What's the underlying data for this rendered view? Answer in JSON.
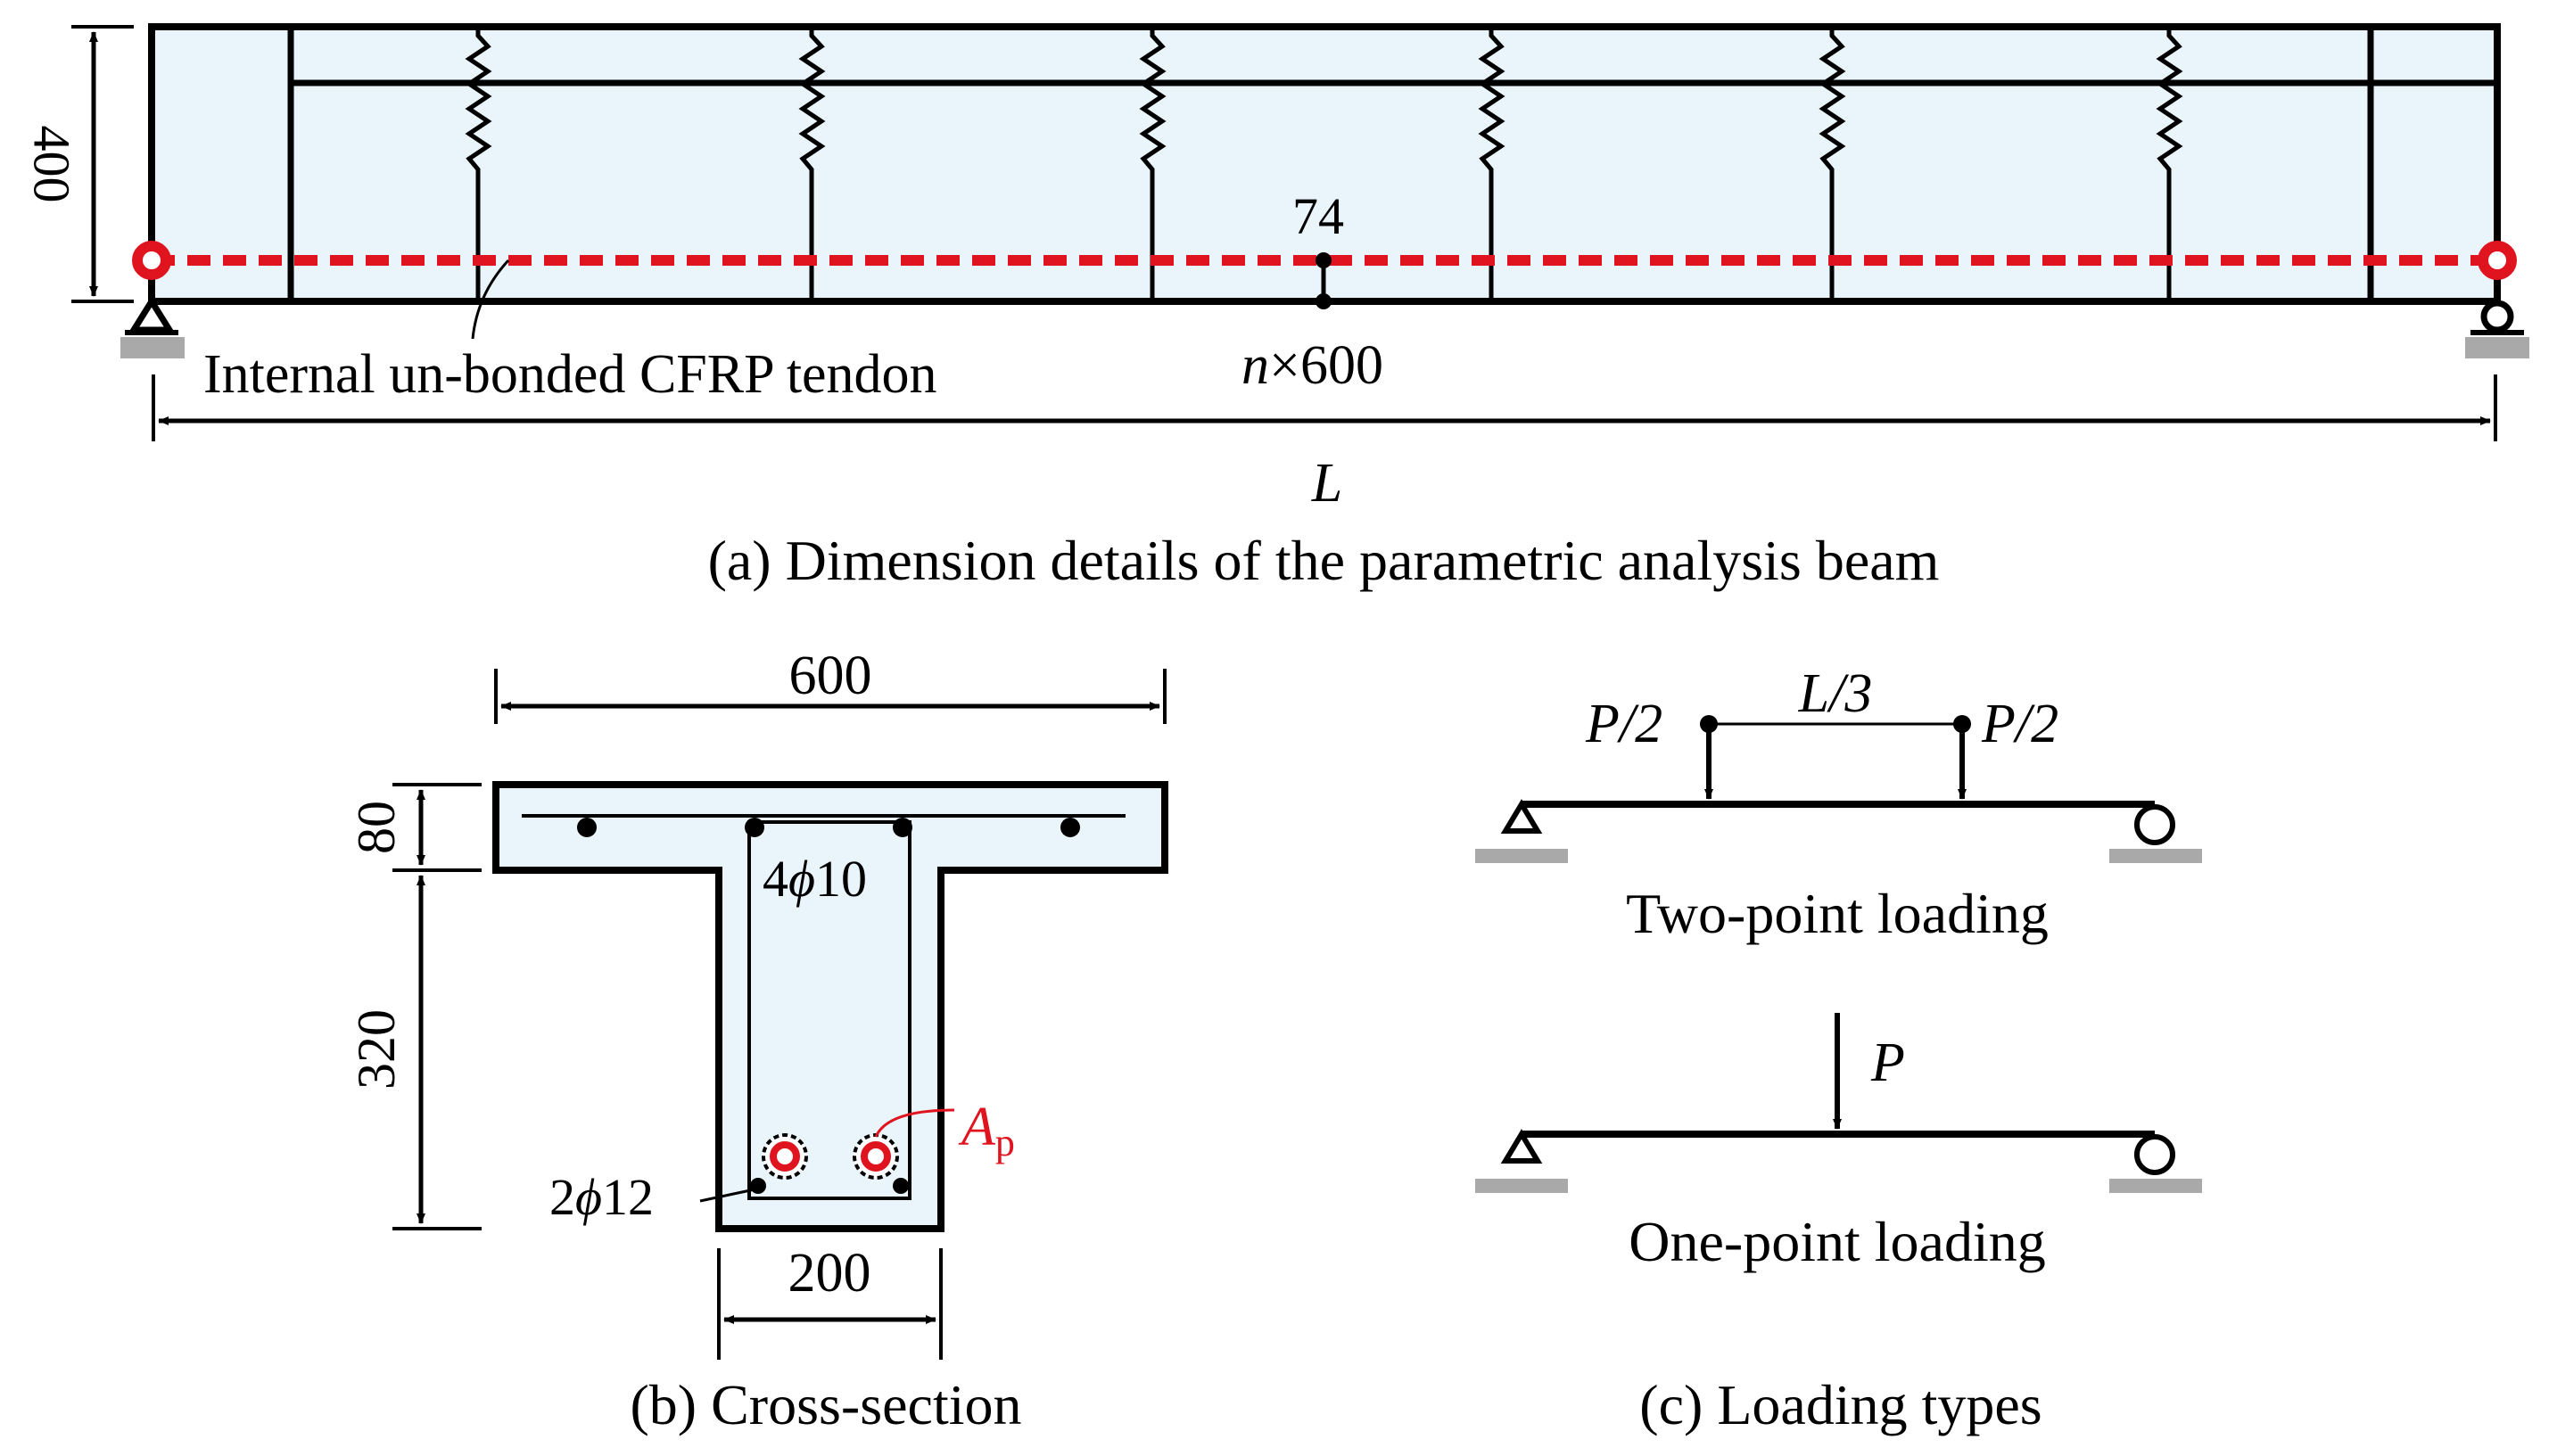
{
  "panel_a": {
    "caption": "(a) Dimension details of the parametric analysis beam",
    "height_label": "400",
    "tendon_label": "Internal un-bonded CFRP tendon",
    "eccentricity_label": "74",
    "spacing_n": "n",
    "spacing_rest": "×600",
    "span_label": "L"
  },
  "panel_b": {
    "caption": "(b) Cross-section",
    "flange_width": "600",
    "flange_depth": "80",
    "web_depth": "320",
    "web_width": "200",
    "top_bars_count": "4",
    "top_bars_phi": "ϕ",
    "top_bars_dia": "10",
    "bottom_bars_count": "2",
    "bottom_bars_phi": "ϕ",
    "bottom_bars_dia": "12",
    "tendon_area_main": "A",
    "tendon_area_sub": "p"
  },
  "panel_c": {
    "caption": "(c) Loading types",
    "load_half_left": "P/2",
    "load_half_right": "P/2",
    "load_spacing": "L/3",
    "two_point_label": "Two-point loading",
    "load_single": "P",
    "one_point_label": "One-point loading"
  },
  "colors": {
    "concrete_fill": "#e9f4fb",
    "tendon": "#e0141e",
    "support_pad": "#a9a9a9"
  }
}
